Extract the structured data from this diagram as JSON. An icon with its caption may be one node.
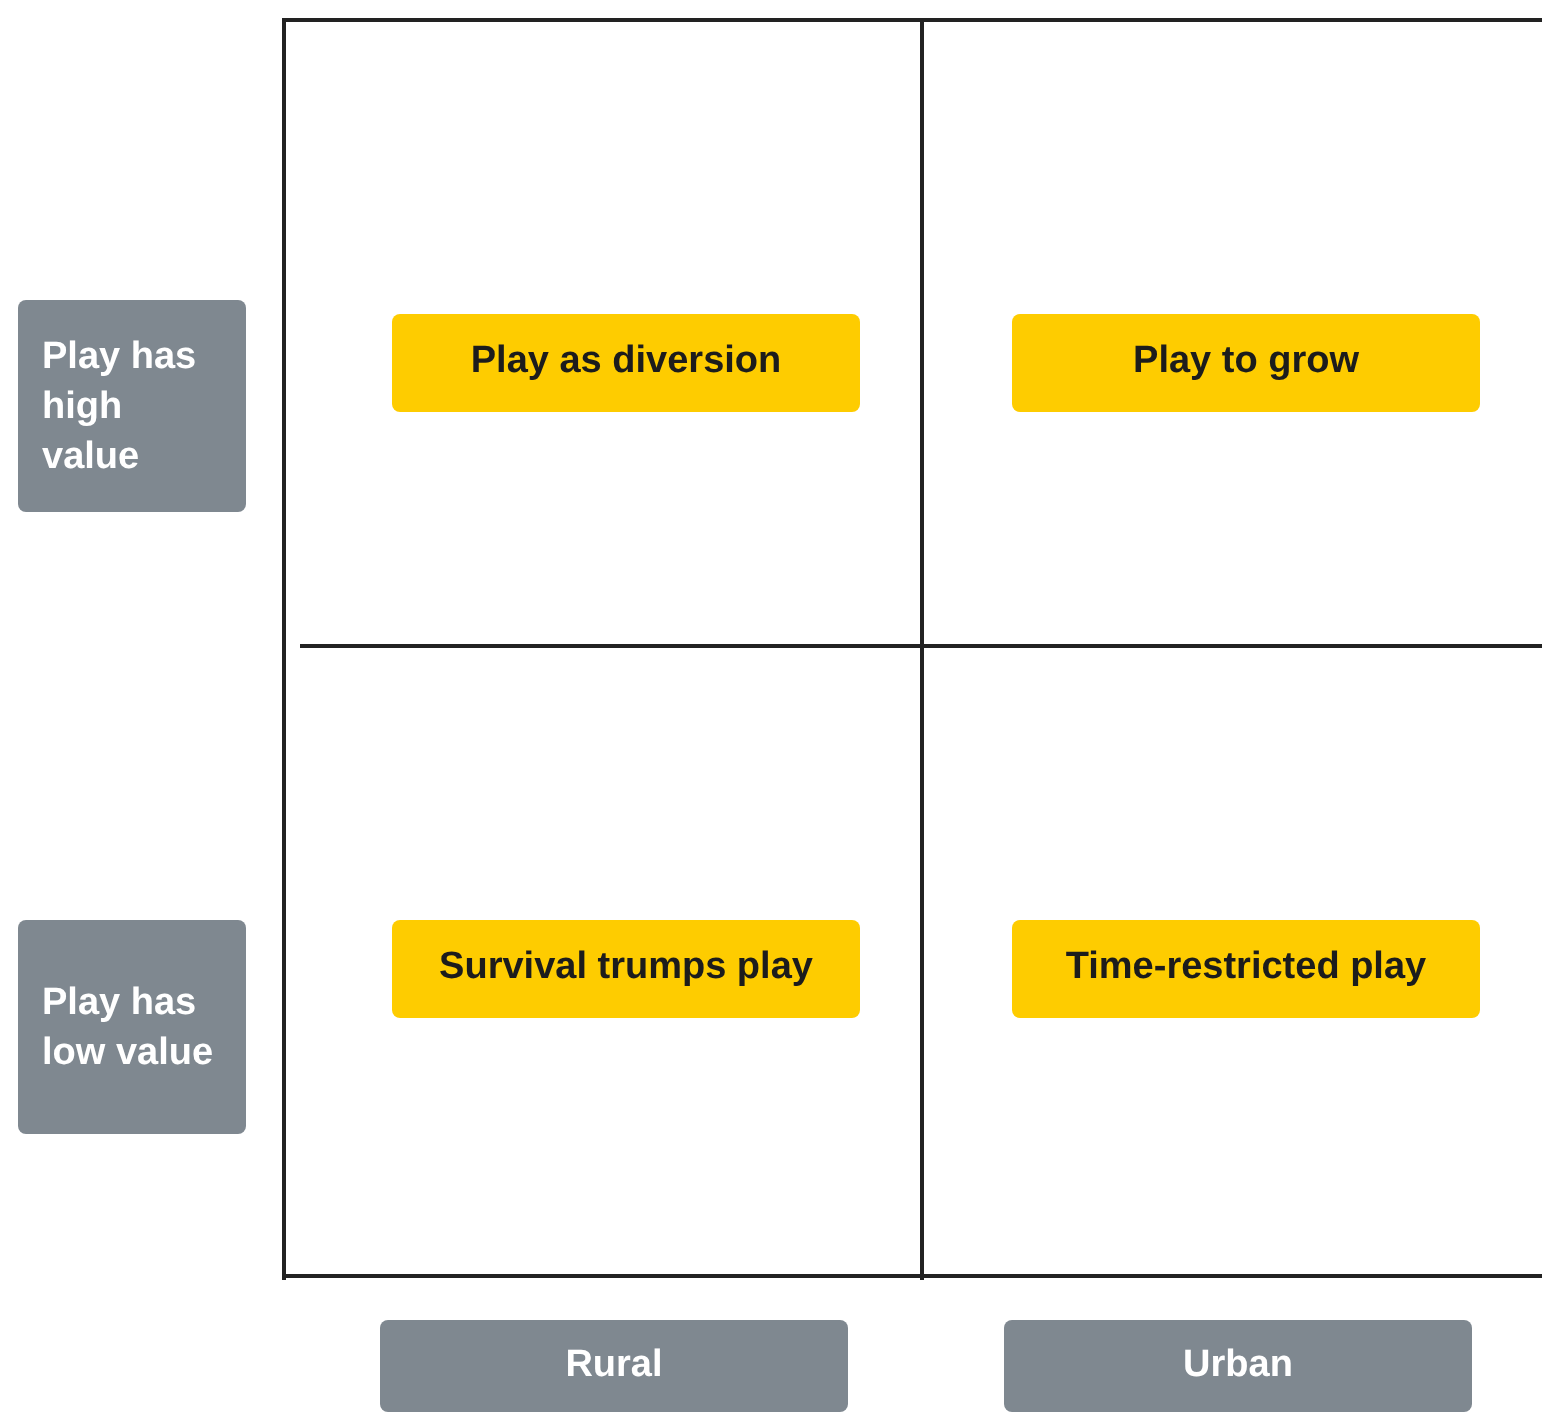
{
  "diagram": {
    "nodes": [
      {
        "text": [
          "Play has high value"
        ]
      },
      {
        "text": [
          "Play as diversion"
        ]
      },
      {
        "text": [
          "Play to grow"
        ]
      },
      {
        "text": [
          "Play has low value"
        ]
      },
      {
        "text": [
          "Survival trumps play"
        ]
      },
      {
        "text": [
          "Time-restricted play"
        ]
      },
      {
        "text": [
          "Rural"
        ]
      },
      {
        "text": [
          "Urban"
        ]
      }
    ]
  }
}
